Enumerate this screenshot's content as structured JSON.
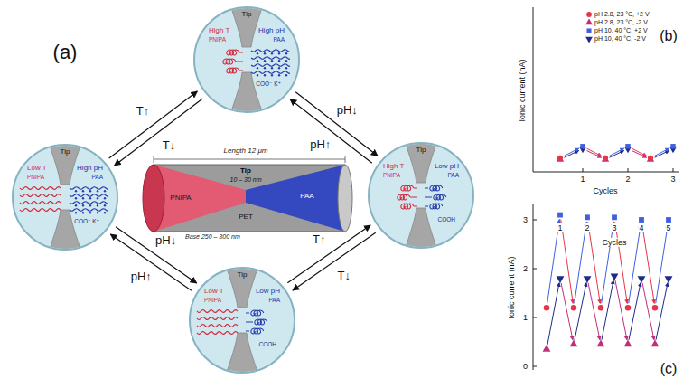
{
  "diagram": {
    "nodes": [
      {
        "text": [
          "High T",
          "Tip",
          "High pH",
          "PNIPA",
          "PAA",
          "COO⁻ K⁺"
        ]
      },
      {
        "text": [
          "Low T",
          "Tip",
          "High pH",
          "PNIPA",
          "PAA",
          "COO⁻ K⁺"
        ]
      },
      {
        "text": [
          "Length 12 μm",
          "Tip",
          "10 – 30 nm",
          "PNIPA",
          "PET",
          "PAA",
          "Base 250 – 300 nm"
        ]
      },
      {
        "text": [
          "High T",
          "Tip",
          "Low pH",
          "PNIPA",
          "PAA",
          "COOH"
        ]
      },
      {
        "text": [
          "Low T",
          "Tip",
          "Low pH",
          "PNIPA",
          "PAA",
          "COOH"
        ]
      }
    ],
    "edges": [
      {
        "from": 1,
        "to": 0,
        "arrow": "to",
        "label": "T↑"
      },
      {
        "from": 0,
        "to": 1,
        "arrow": "to",
        "label": "T↓"
      },
      {
        "from": 0,
        "to": 3,
        "arrow": "to",
        "label": "pH↓"
      },
      {
        "from": 3,
        "to": 0,
        "arrow": "to",
        "label": "pH↑"
      },
      {
        "from": 1,
        "to": 4,
        "arrow": "to",
        "label": "pH↓"
      },
      {
        "from": 4,
        "to": 1,
        "arrow": "to",
        "label": "pH↑"
      },
      {
        "from": 4,
        "to": 3,
        "arrow": "to",
        "label": "T↑"
      },
      {
        "from": 3,
        "to": 4,
        "arrow": "to",
        "label": "T↓"
      }
    ],
    "labels": [
      "(a)",
      "(b)",
      "Ionic current (nA)",
      "1",
      "2",
      "3",
      "Cycles",
      "(c)",
      "Ionic current (nA)",
      "3",
      "2",
      "1",
      "0",
      "1",
      "2",
      "3",
      "4",
      "5",
      "Cycles"
    ],
    "legend": [
      {
        "text": "pH 2.8, 23 °C, +2 V"
      },
      {
        "text": "pH 2.8, 23 °C, -2 V"
      },
      {
        "text": "pH 10, 40 °C, +2 V"
      },
      {
        "text": "pH 10, 40 °C, -2 V"
      }
    ]
  }
}
